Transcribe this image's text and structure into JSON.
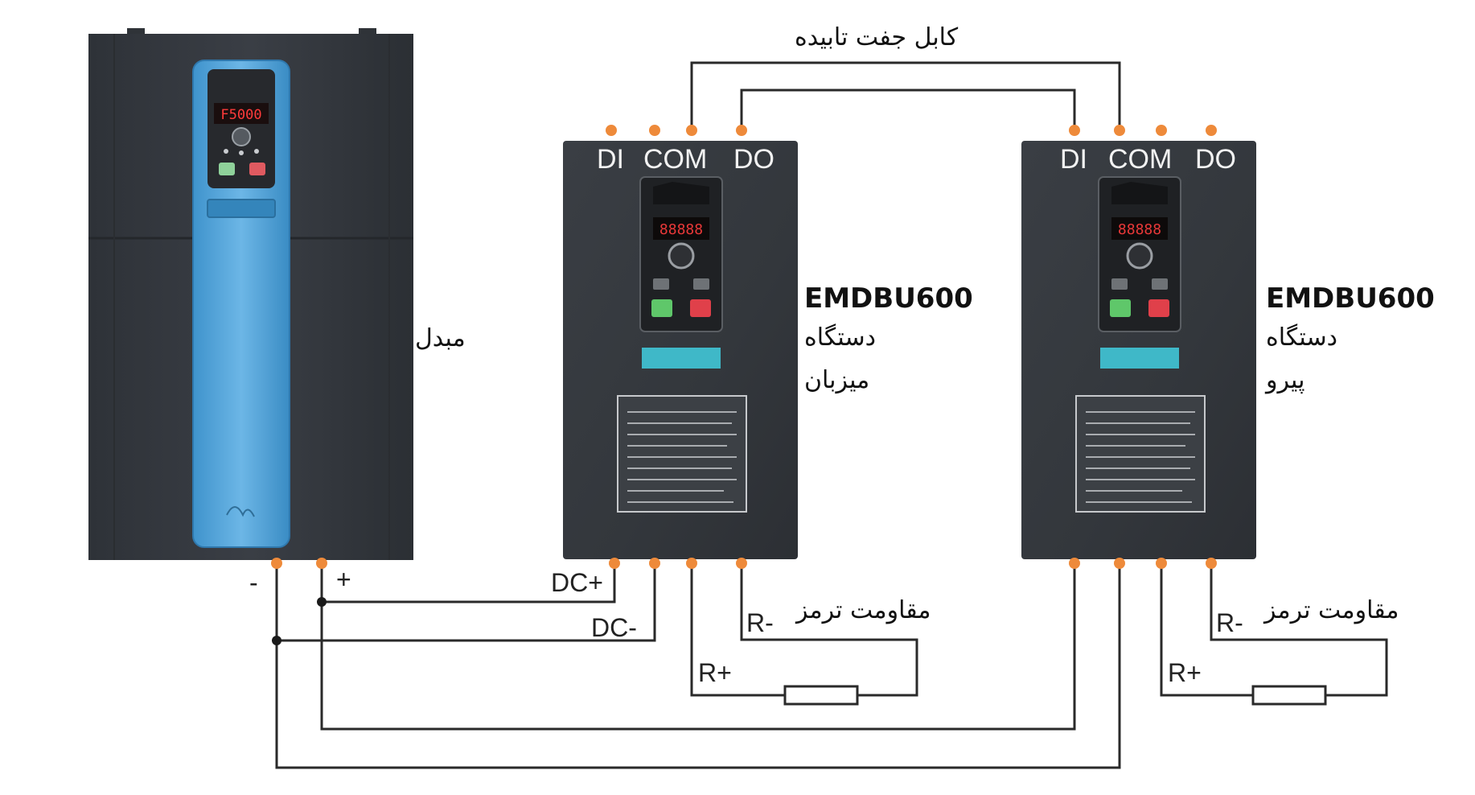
{
  "cable_label": "کابل جفت تابیده",
  "inverter": {
    "name": "مبدل",
    "display_text": "F5000",
    "minus_label": "-",
    "plus_label": "+"
  },
  "host_unit": {
    "model": "EMDBU600",
    "name_line1": "دستگاه",
    "name_line2": "میزبان",
    "display_text": "88888",
    "top_terminals": [
      "DI",
      "COM",
      "DO"
    ],
    "dc_plus_label": "DC+",
    "dc_minus_label": "DC-",
    "r_plus_label": "R+",
    "r_minus_label": "R-",
    "resistor_label": "مقاومت ترمز"
  },
  "follower_unit": {
    "model": "EMDBU600",
    "name_line1": "دستگاه",
    "name_line2": "پیرو",
    "display_text": "88888",
    "top_terminals": [
      "DI",
      "COM",
      "DO"
    ],
    "r_plus_label": "R+",
    "r_minus_label": "R-",
    "resistor_label": "مقاومت ترمز"
  },
  "colors": {
    "terminal": "#ee8a3a",
    "housing": "#34383e",
    "wire": "#2a2a2a",
    "panel_blue": "#4a9fd6",
    "run_button": "#5fc76a",
    "stop_button": "#e0404a",
    "status_window": "#3fb8c8"
  }
}
